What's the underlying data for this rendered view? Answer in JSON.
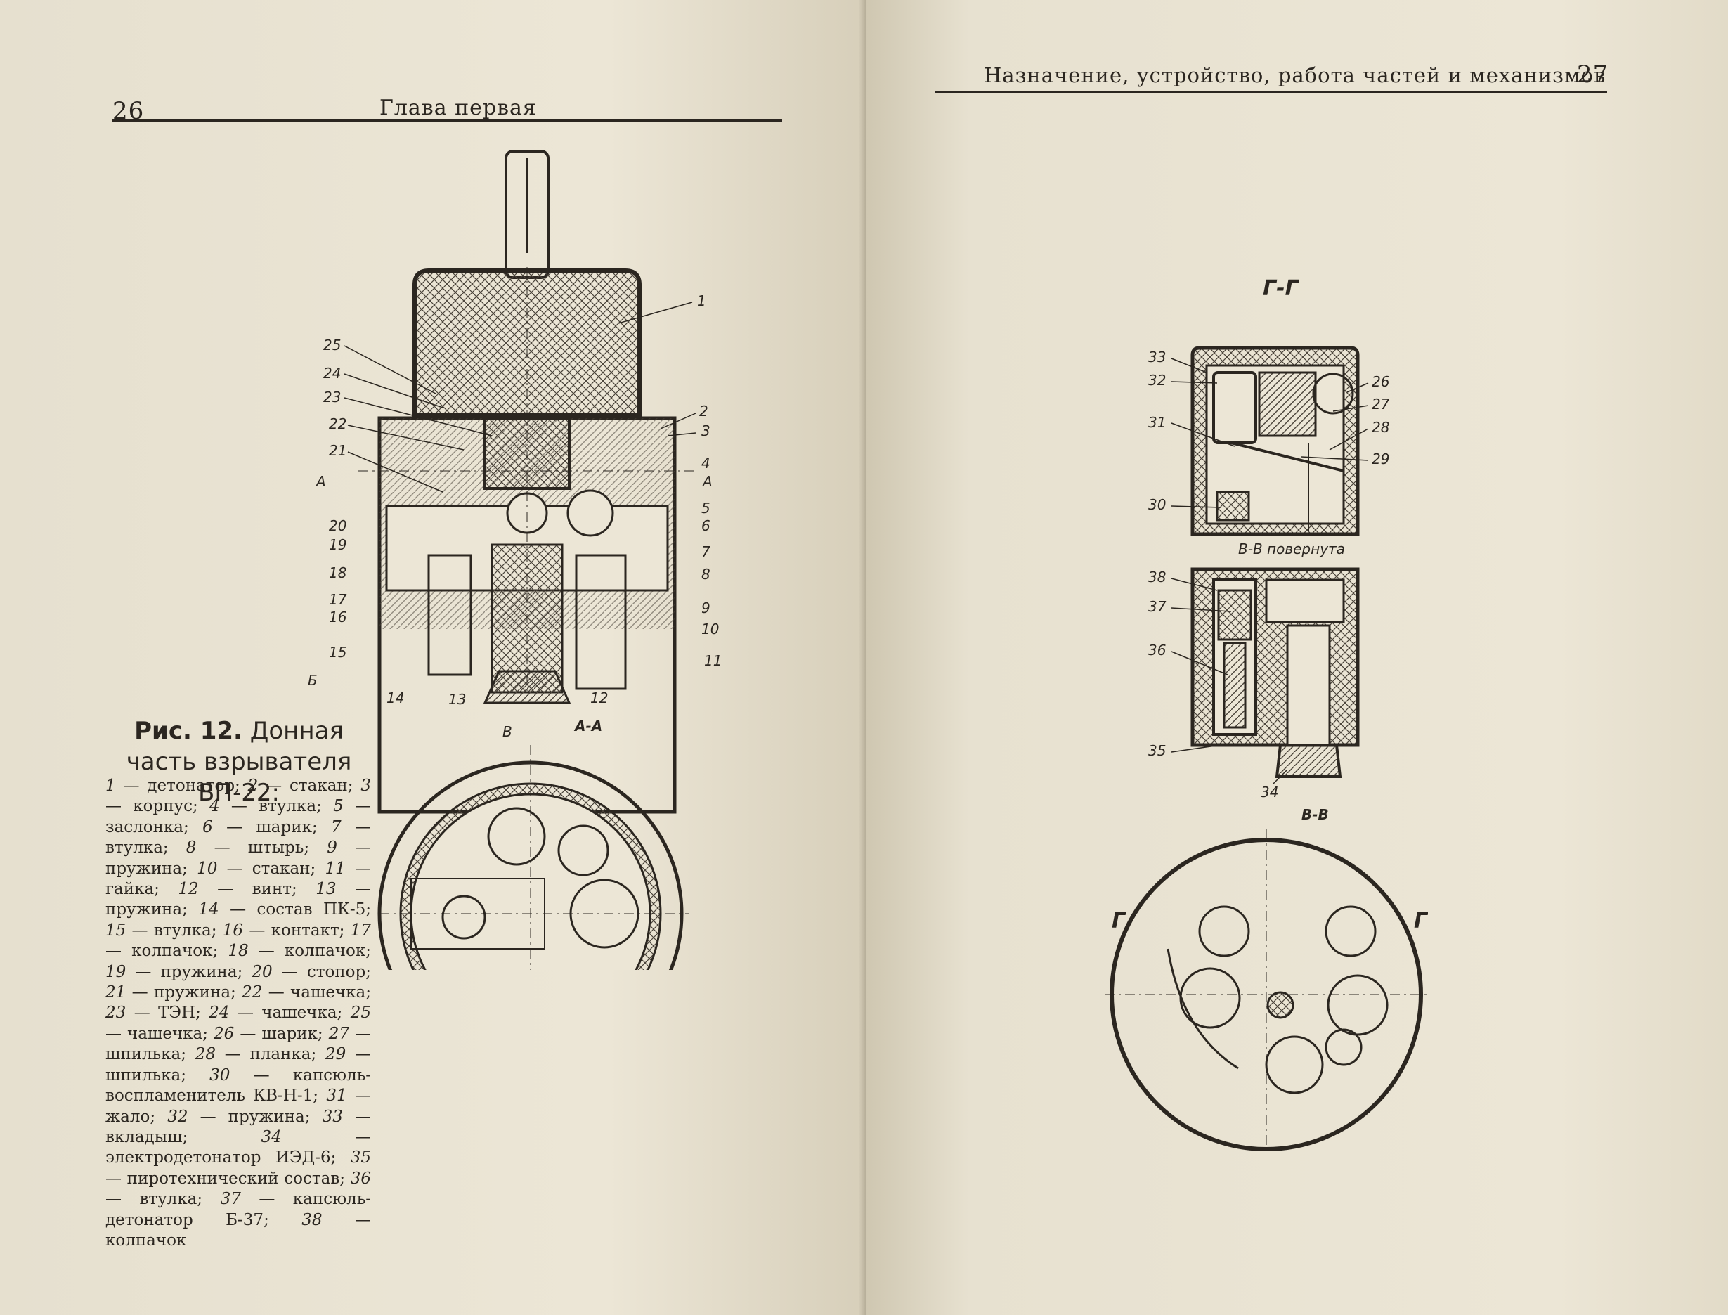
{
  "left_page": {
    "page_number": "26",
    "running_head": "Глава первая"
  },
  "right_page": {
    "page_number": "27",
    "running_head": "Назначение, устройство, работа частей и механизмов"
  },
  "figure": {
    "label": "Рис. 12.",
    "title": "Донная часть взрывателя ВП-22:",
    "legend": [
      {
        "n": "1",
        "text": "детонатор"
      },
      {
        "n": "2",
        "text": "стакан"
      },
      {
        "n": "3",
        "text": "корпус"
      },
      {
        "n": "4",
        "text": "втулка"
      },
      {
        "n": "5",
        "text": "заслонка"
      },
      {
        "n": "6",
        "text": "шарик"
      },
      {
        "n": "7",
        "text": "втулка"
      },
      {
        "n": "8",
        "text": "штырь"
      },
      {
        "n": "9",
        "text": "пружина"
      },
      {
        "n": "10",
        "text": "стакан"
      },
      {
        "n": "11",
        "text": "гайка"
      },
      {
        "n": "12",
        "text": "винт"
      },
      {
        "n": "13",
        "text": "пружина"
      },
      {
        "n": "14",
        "text": "состав ПК-5"
      },
      {
        "n": "15",
        "text": "втулка"
      },
      {
        "n": "16",
        "text": "контакт"
      },
      {
        "n": "17",
        "text": "колпачок"
      },
      {
        "n": "18",
        "text": "колпачок"
      },
      {
        "n": "19",
        "text": "пружина"
      },
      {
        "n": "20",
        "text": "стопор"
      },
      {
        "n": "21",
        "text": "пружина"
      },
      {
        "n": "22",
        "text": "чашечка"
      },
      {
        "n": "23",
        "text": "ТЭН"
      },
      {
        "n": "24",
        "text": "чашечка"
      },
      {
        "n": "25",
        "text": "чашечка"
      },
      {
        "n": "26",
        "text": "шарик"
      },
      {
        "n": "27",
        "text": "шпилька"
      },
      {
        "n": "28",
        "text": "планка"
      },
      {
        "n": "29",
        "text": "шпилька"
      },
      {
        "n": "30",
        "text": "капсюль-воспламенитель КВ-Н-1"
      },
      {
        "n": "31",
        "text": "жало"
      },
      {
        "n": "32",
        "text": "пружина"
      },
      {
        "n": "33",
        "text": "вкладыш"
      },
      {
        "n": "34",
        "text": "электродетонатор ИЭД-6"
      },
      {
        "n": "35",
        "text": "пиротехнический состав"
      },
      {
        "n": "36",
        "text": "втулка"
      },
      {
        "n": "37",
        "text": "капсюль-детонатор Б-37"
      },
      {
        "n": "38",
        "text": "колпачок"
      }
    ],
    "left_drawing_labels": {
      "callouts": [
        "1",
        "2",
        "3",
        "4",
        "5",
        "6",
        "7",
        "8",
        "9",
        "10",
        "11",
        "12",
        "13",
        "14",
        "15",
        "16",
        "17",
        "18",
        "19",
        "20",
        "21",
        "22",
        "23",
        "24",
        "25"
      ],
      "section_A": "А",
      "section_B": "Б",
      "section_V": "В",
      "view_title": "А-А",
      "bottom_mark": "В"
    },
    "right_drawing_labels": {
      "section_GG": "Г-Г",
      "callouts_top": [
        "33",
        "32",
        "31",
        "30",
        "26",
        "27",
        "28",
        "29"
      ],
      "rotated_note": "В-В повернута",
      "callouts_mid": [
        "38",
        "37",
        "36",
        "35",
        "34"
      ],
      "view_title": "В-В",
      "mark_G": "Г"
    }
  },
  "colors": {
    "paper": "#ece6d6",
    "ink": "#2b2620",
    "hatch": "#4a433a"
  }
}
